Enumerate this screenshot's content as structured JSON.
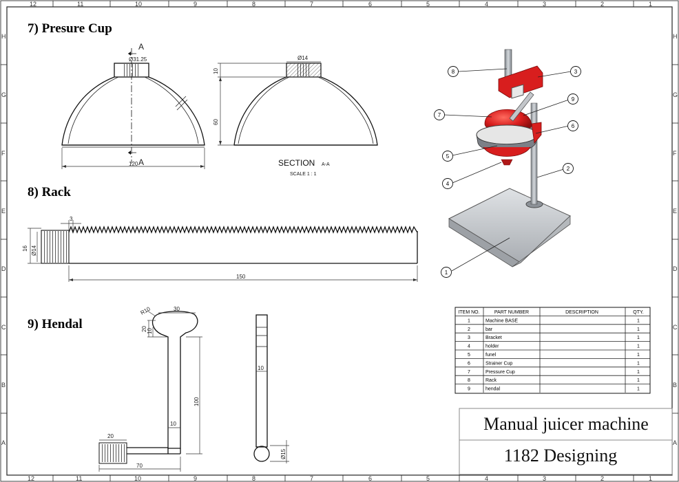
{
  "frame": {
    "col_labels_top": [
      "12",
      "11",
      "10",
      "9",
      "8",
      "7",
      "6",
      "5",
      "4",
      "3",
      "2",
      "1"
    ],
    "col_labels_bottom": [
      "12",
      "11",
      "10",
      "9",
      "8",
      "7",
      "6",
      "5",
      "4",
      "3",
      "2",
      "1"
    ],
    "row_labels": [
      "H",
      "G",
      "F",
      "E",
      "D",
      "C",
      "B",
      "A"
    ]
  },
  "sections": {
    "cup_title": "7) Presure Cup",
    "rack_title": "8) Rack",
    "handle_title": "9) Hendal"
  },
  "cup": {
    "section_marker": "A",
    "section_marker_bottom": "A",
    "dim_top_dia": "Ø31.25",
    "dim_width": "120",
    "dim_section_dia": "Ø14",
    "dim_height_top": "10",
    "dim_height": "60",
    "section_label": "SECTION",
    "section_suffix": "A-A",
    "scale_label": "SCALE 1 : 1"
  },
  "rack": {
    "dim_tooth": "3",
    "dim_height": "16",
    "dim_dia": "Ø14",
    "dim_length": "150"
  },
  "handle": {
    "dim_r": "R10",
    "dim_top_w": "30",
    "dim_20": "20",
    "dim_10a": "10",
    "dim_10b": "10",
    "dim_100": "100",
    "dim_grip": "20",
    "dim_70": "70",
    "dim_side": "10",
    "dim_dia15": "Ø15"
  },
  "balloons": [
    "8",
    "3",
    "9",
    "7",
    "6",
    "5",
    "2",
    "4",
    "1"
  ],
  "bom": {
    "headers": [
      "ITEM NO.",
      "PART NUMBER",
      "DESCRIPTION",
      "QTY."
    ],
    "rows": [
      {
        "item": "1",
        "part": "Machine BASE",
        "desc": "",
        "qty": "1"
      },
      {
        "item": "2",
        "part": "bar",
        "desc": "",
        "qty": "1"
      },
      {
        "item": "3",
        "part": "Bracket",
        "desc": "",
        "qty": "1"
      },
      {
        "item": "4",
        "part": "holder",
        "desc": "",
        "qty": "1"
      },
      {
        "item": "5",
        "part": "funel",
        "desc": "",
        "qty": "1"
      },
      {
        "item": "6",
        "part": "Strainer Cup",
        "desc": "",
        "qty": "1"
      },
      {
        "item": "7",
        "part": "Pressure Cup",
        "desc": "",
        "qty": "1"
      },
      {
        "item": "8",
        "part": "Rack",
        "desc": "",
        "qty": "1"
      },
      {
        "item": "9",
        "part": "hendal",
        "desc": "",
        "qty": "1"
      }
    ]
  },
  "title_block": {
    "line1": "Manual juicer machine",
    "line2": "1182 Designing"
  },
  "colors": {
    "cup_red": "#d81e1e",
    "base_gray": "#c9ccd0",
    "metal": "#9aa0a6"
  }
}
